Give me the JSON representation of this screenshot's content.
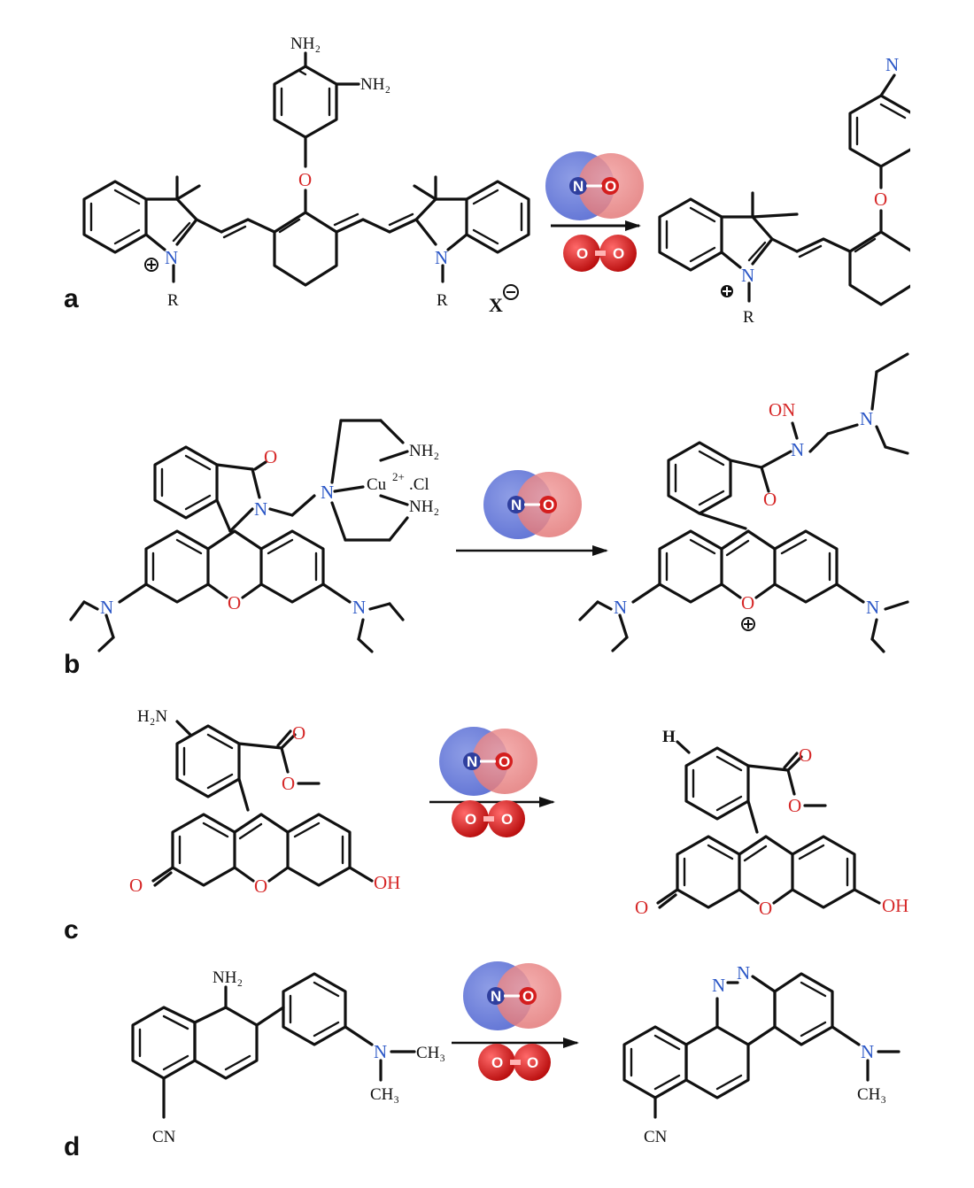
{
  "panels": [
    {
      "label": "a"
    },
    {
      "label": "b"
    },
    {
      "label": "c"
    },
    {
      "label": "d"
    }
  ],
  "reagents": {
    "no_n": "N",
    "no_o": "O",
    "o2_left": "O",
    "o2_right": "O"
  },
  "a": {
    "nh2_top": "NH₂",
    "nh2_side": "NH₂",
    "o_link": "O",
    "n_left": "N",
    "r_left": "R",
    "n_right": "N",
    "r_right": "R",
    "counter_ion": "X",
    "prod_n_top": "N",
    "prod_o": "O",
    "prod_n": "N",
    "prod_r": "R"
  },
  "b": {
    "o_carbonyl": "O",
    "n_lactam": "N",
    "n_tertiary": "N",
    "cu": "Cu",
    "cu_charge": "2+",
    "cl": ".Cl",
    "nh2_upper": "NH₂",
    "nh2_lower": "NH₂",
    "n_left_amine": "N",
    "n_right_amine": "N",
    "o_ring": "O",
    "prod_on": "ON",
    "prod_n_amide": "N",
    "prod_n_amine": "N",
    "prod_o_carbonyl": "O",
    "prod_o_ring": "O",
    "prod_n_left": "N",
    "prod_n_right": "N"
  },
  "c": {
    "h2n": "H₂N",
    "o_ester_carbonyl": "O",
    "o_ester": "O",
    "o_ketone": "O",
    "o_ring": "O",
    "oh": "OH",
    "prod_h": "H",
    "prod_o_ester_carbonyl": "O",
    "prod_o_ester": "O",
    "prod_o_ketone": "O",
    "prod_o_ring": "O",
    "prod_oh": "OH"
  },
  "d": {
    "nh2": "NH₂",
    "n_dimethyl": "N",
    "ch3_right": "CH₃",
    "ch3_down": "CH₃",
    "cn": "CN",
    "prod_n1": "N",
    "prod_n2": "N",
    "prod_n_dimethyl": "N",
    "prod_ch3": "CH₃",
    "prod_cn": "CN"
  }
}
